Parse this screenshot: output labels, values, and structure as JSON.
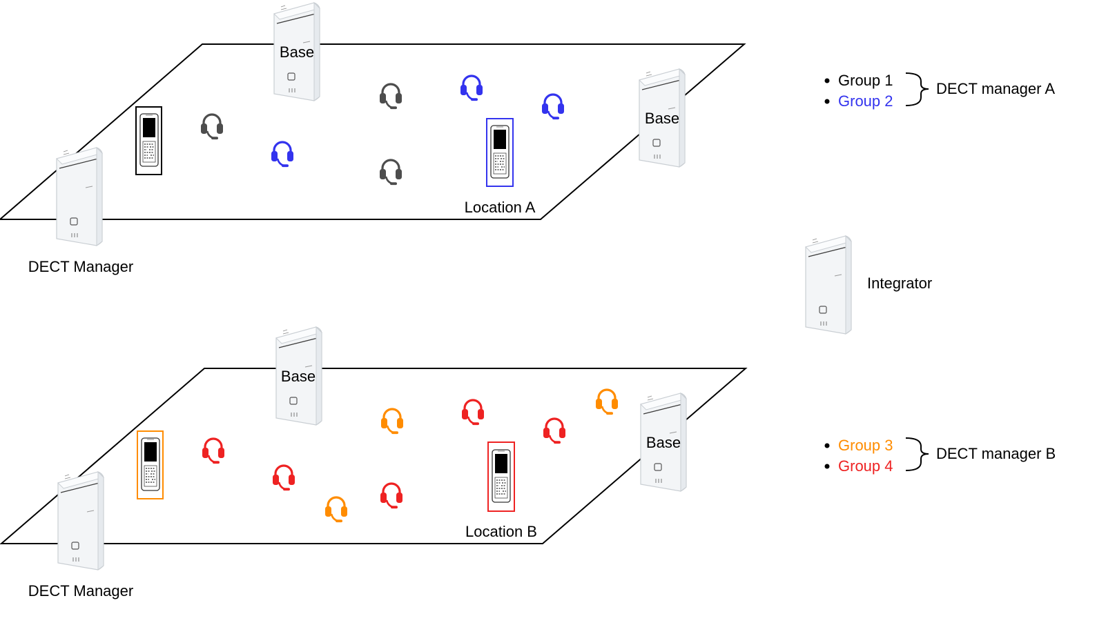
{
  "colors": {
    "black": "#000000",
    "gray": "#4d4d4d",
    "blue": "#3333ee",
    "orange": "#ff8c00",
    "red": "#ee2222"
  },
  "location_a": {
    "name": "Location A",
    "manager_label": "DECT Manager",
    "base_label_1": "Base",
    "base_label_2": "Base"
  },
  "location_b": {
    "name": "Location B",
    "manager_label": "DECT Manager",
    "base_label_1": "Base",
    "base_label_2": "Base"
  },
  "integrator_label": "Integrator",
  "legend_a": {
    "group_1": "Group 1",
    "group_2": "Group 2",
    "manager": "DECT manager A"
  },
  "legend_b": {
    "group_3": "Group 3",
    "group_4": "Group 4",
    "manager": "DECT manager B"
  }
}
